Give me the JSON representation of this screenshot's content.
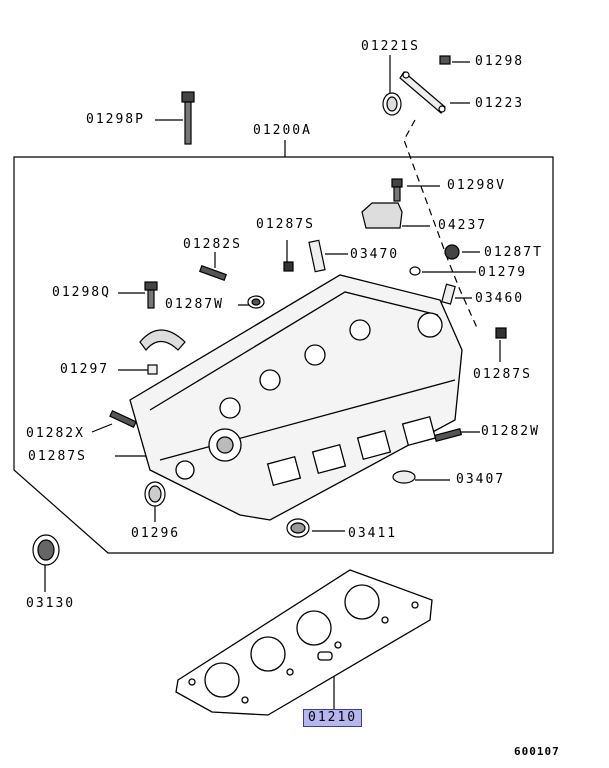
{
  "diagram": {
    "labels": {
      "l01221S": "01221S",
      "l01298": "01298",
      "l01223": "01223",
      "l01298P": "01298P",
      "l01200A": "01200A",
      "l01298V": "01298V",
      "l04237": "04237",
      "l01287S_a": "01287S",
      "l03470": "03470",
      "l01287T": "01287T",
      "l01282S": "01282S",
      "l01279": "01279",
      "l01298Q": "01298Q",
      "l01287W": "01287W",
      "l03460": "03460",
      "l01297": "01297",
      "l01287S_b": "01287S",
      "l01282X": "01282X",
      "l01282W": "01282W",
      "l01287S_c": "01287S",
      "l03407": "03407",
      "l01296": "01296",
      "l03411": "03411",
      "l03130": "03130",
      "l01210": "01210"
    },
    "highlight_color": "#b7b7f0",
    "footer_code": "600107"
  }
}
